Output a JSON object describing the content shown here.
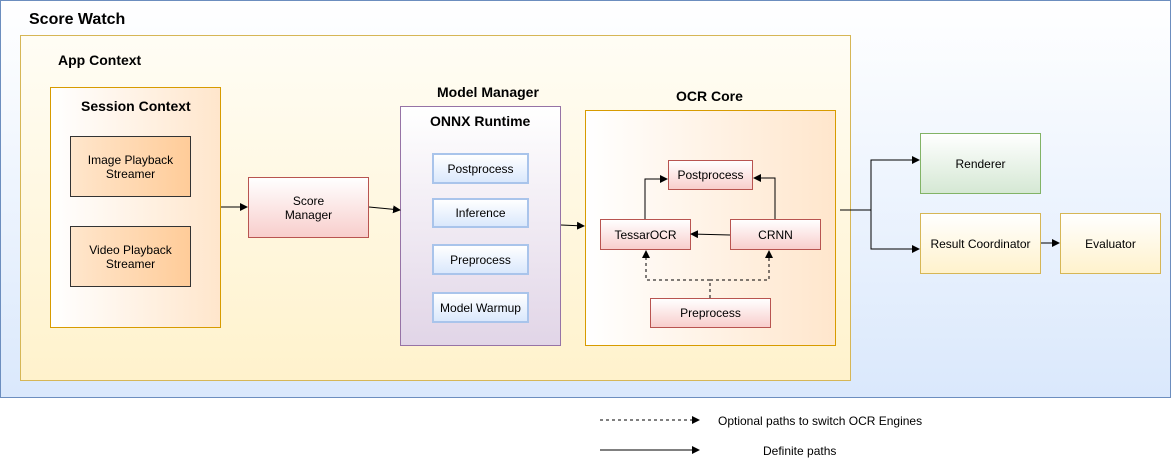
{
  "diagram": {
    "title": "Score Watch",
    "app_context": "App Context",
    "session_context": "Session Context",
    "image_playback": [
      "Image Playback",
      "Streamer"
    ],
    "video_playback": [
      "Video Playback",
      "Streamer"
    ],
    "score_manager": [
      "Score",
      "Manager"
    ],
    "model_manager": "Model Manager",
    "onnx_runtime": "ONNX Runtime",
    "onnx_items": {
      "postprocess": "Postprocess",
      "inference": "Inference",
      "preprocess": "Preprocess",
      "warmup": "Model Warmup"
    },
    "ocr_core": "OCR Core",
    "ocr_items": {
      "postprocess": "Postprocess",
      "tessaract": "TessarOCR",
      "crnn": "CRNN",
      "preprocess": "Preprocess"
    },
    "renderer": "Renderer",
    "result_coordinator": "Result Coordinator",
    "evaluator": "Evaluator"
  },
  "legend": {
    "optional": "Optional paths to switch OCR Engines",
    "definite": "Definite paths"
  }
}
